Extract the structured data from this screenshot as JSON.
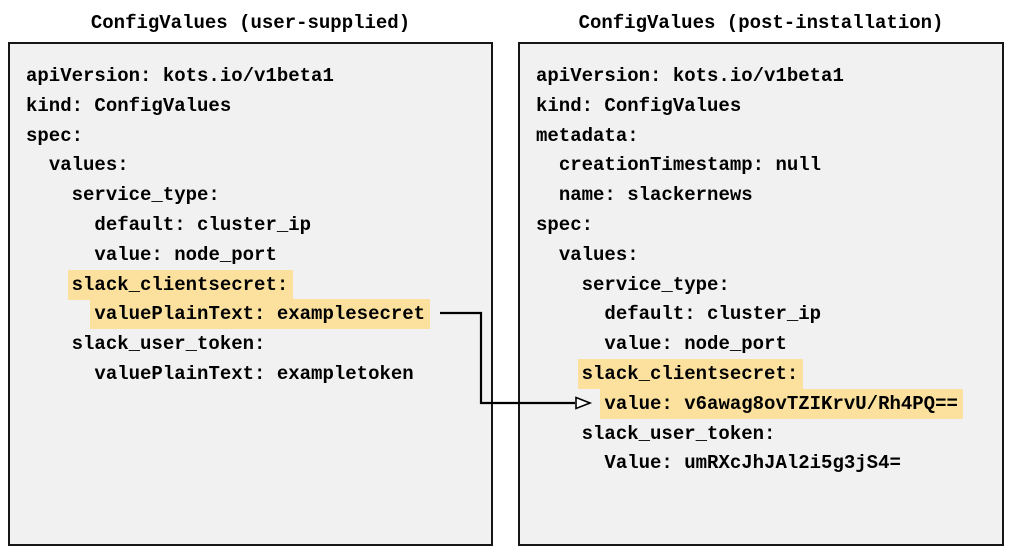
{
  "colors": {
    "highlight": "#fbe19d",
    "box_background": "#f1f1f1",
    "box_border": "#161616",
    "arrow": "#000000",
    "text": "#000000",
    "page_background": "#ffffff"
  },
  "left_panel": {
    "title": "ConfigValues (user-supplied)",
    "lines": [
      {
        "indent": 0,
        "text": "apiVersion: kots.io/v1beta1",
        "highlight": false
      },
      {
        "indent": 0,
        "text": "kind: ConfigValues",
        "highlight": false
      },
      {
        "indent": 0,
        "text": "spec:",
        "highlight": false
      },
      {
        "indent": 2,
        "text": "values:",
        "highlight": false
      },
      {
        "indent": 4,
        "text": "service_type:",
        "highlight": false
      },
      {
        "indent": 6,
        "text": "default: cluster_ip",
        "highlight": false
      },
      {
        "indent": 6,
        "text": "value: node_port",
        "highlight": false
      },
      {
        "indent": 4,
        "text": "slack_clientsecret:",
        "highlight": true
      },
      {
        "indent": 6,
        "text": "valuePlainText: examplesecret",
        "highlight": true
      },
      {
        "indent": 4,
        "text": "slack_user_token:",
        "highlight": false
      },
      {
        "indent": 6,
        "text": "valuePlainText: exampletoken",
        "highlight": false
      }
    ]
  },
  "right_panel": {
    "title": "ConfigValues (post-installation)",
    "lines": [
      {
        "indent": 0,
        "text": "apiVersion: kots.io/v1beta1",
        "highlight": false
      },
      {
        "indent": 0,
        "text": "kind: ConfigValues",
        "highlight": false
      },
      {
        "indent": 0,
        "text": "metadata:",
        "highlight": false
      },
      {
        "indent": 2,
        "text": "creationTimestamp: null",
        "highlight": false
      },
      {
        "indent": 2,
        "text": "name: slackernews",
        "highlight": false
      },
      {
        "indent": 0,
        "text": "spec:",
        "highlight": false
      },
      {
        "indent": 2,
        "text": "values:",
        "highlight": false
      },
      {
        "indent": 4,
        "text": "service_type:",
        "highlight": false
      },
      {
        "indent": 6,
        "text": "default: cluster_ip",
        "highlight": false
      },
      {
        "indent": 6,
        "text": "value: node_port",
        "highlight": false
      },
      {
        "indent": 4,
        "text": "slack_clientsecret:",
        "highlight": true
      },
      {
        "indent": 6,
        "text": "value: v6awag8ovTZIKrvU/Rh4PQ==",
        "highlight": true
      },
      {
        "indent": 4,
        "text": "slack_user_token:",
        "highlight": false
      },
      {
        "indent": 6,
        "text": "Value: umRXcJhJAl2i5g3jS4=",
        "highlight": false
      }
    ]
  }
}
